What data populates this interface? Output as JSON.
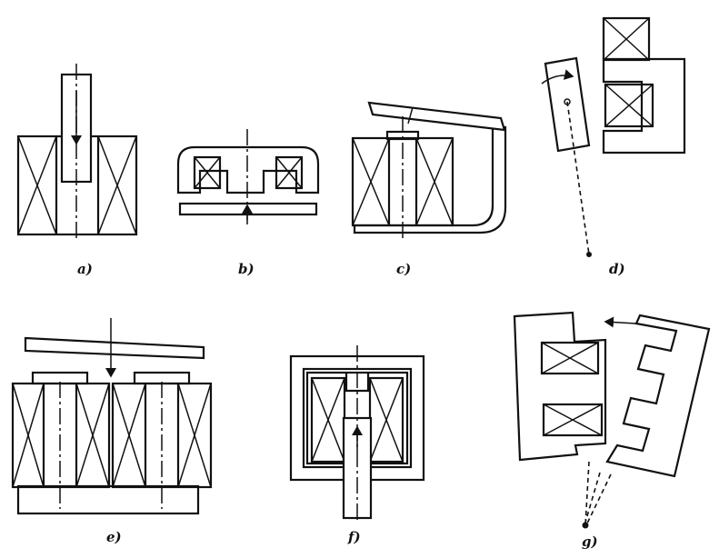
{
  "figures": [
    {
      "id": "a",
      "caption": "a)"
    },
    {
      "id": "b",
      "caption": "b)"
    },
    {
      "id": "c",
      "caption": "c)"
    },
    {
      "id": "d",
      "caption": "d)"
    },
    {
      "id": "e",
      "caption": "e)"
    },
    {
      "id": "f",
      "caption": "f)"
    },
    {
      "id": "g",
      "caption": "g)"
    }
  ]
}
